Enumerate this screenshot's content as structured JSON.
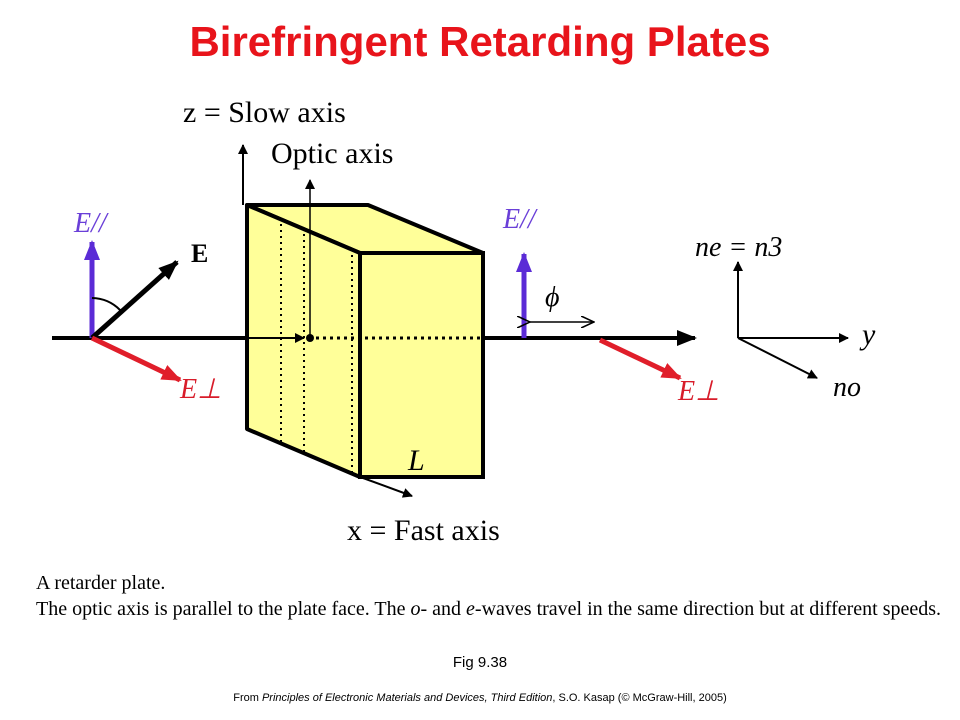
{
  "title": "Birefringent Retarding Plates",
  "diagram": {
    "z_axis_label": "z = Slow axis",
    "optic_axis_label": "Optic axis",
    "x_axis_label": "x = Fast  axis",
    "thickness_label": "L",
    "e_field_label": "E",
    "e_parallel_label": "E//",
    "e_perp_label": "E⊥",
    "phase_label": "ϕ",
    "ne_label": "ne = n3",
    "y_label": "y",
    "no_label": "no",
    "colors": {
      "crystal_fill": "#ffff99",
      "parallel_arrow": "#5b2bd6",
      "perp_arrow": "#e01e2a",
      "label_purple": "#6a3fd8",
      "label_red": "#d81c2a"
    }
  },
  "caption": {
    "line1": "A retarder plate.",
    "line2_a": "The optic axis is parallel to the plate face. The ",
    "line2_o": "o",
    "line2_b": "- and ",
    "line2_e": "e",
    "line2_c": "-waves travel in the same direction but at different speeds."
  },
  "figure_number": "Fig 9.38",
  "source": {
    "prefix": "From ",
    "book": "Principles of Electronic Materials and Devices, Third Edition",
    "author": ", S.O. Kasap (© McGraw-Hill,  2005)"
  }
}
